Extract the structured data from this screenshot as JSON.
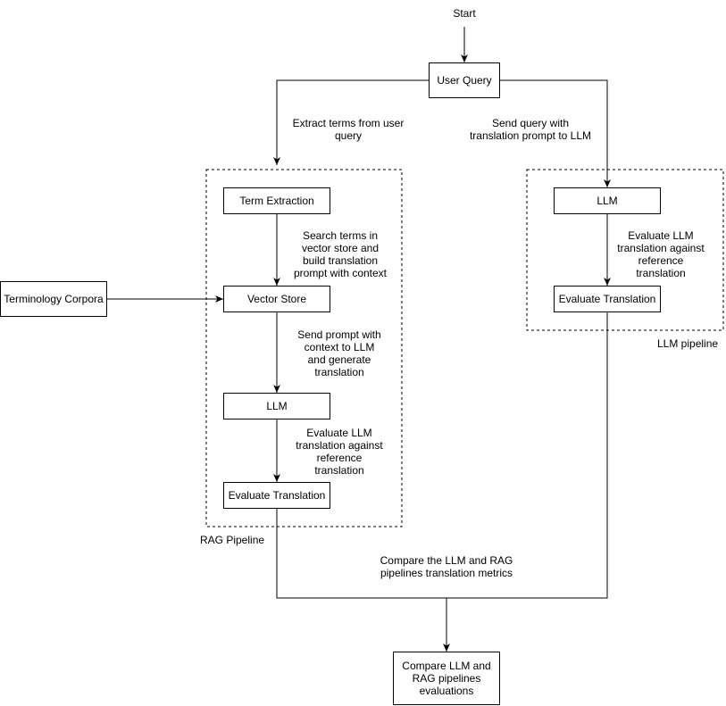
{
  "start": "Start",
  "nodes": {
    "user_query": "User Query",
    "term_extraction": "Term Extraction",
    "vector_store": "Vector Store",
    "rag_llm": "LLM",
    "rag_evaluate": "Evaluate Translation",
    "terminology_corpora": "Terminology Corpora",
    "llm_llm": "LLM",
    "llm_evaluate": "Evaluate Translation",
    "compare": "Compare LLM and\nRAG pipelines\nevaluations"
  },
  "edge_labels": {
    "extract_terms": "Extract terms from user\nquery",
    "send_query": "Send query with\ntranslation prompt to LLM",
    "search_terms": "Search terms in\nvector store and\nbuild translation\nprompt with context",
    "send_prompt": "Send prompt with\ncontext to LLM\nand generate\ntranslation",
    "rag_eval": "Evaluate LLM\ntranslation against\nreference\ntranslation",
    "llm_eval": "Evaluate LLM\ntranslation against\nreference\ntranslation",
    "compare_metrics": "Compare the LLM and RAG\npipelines translation metrics"
  },
  "groups": {
    "rag": "RAG Pipeline",
    "llm": "LLM pipeline"
  }
}
